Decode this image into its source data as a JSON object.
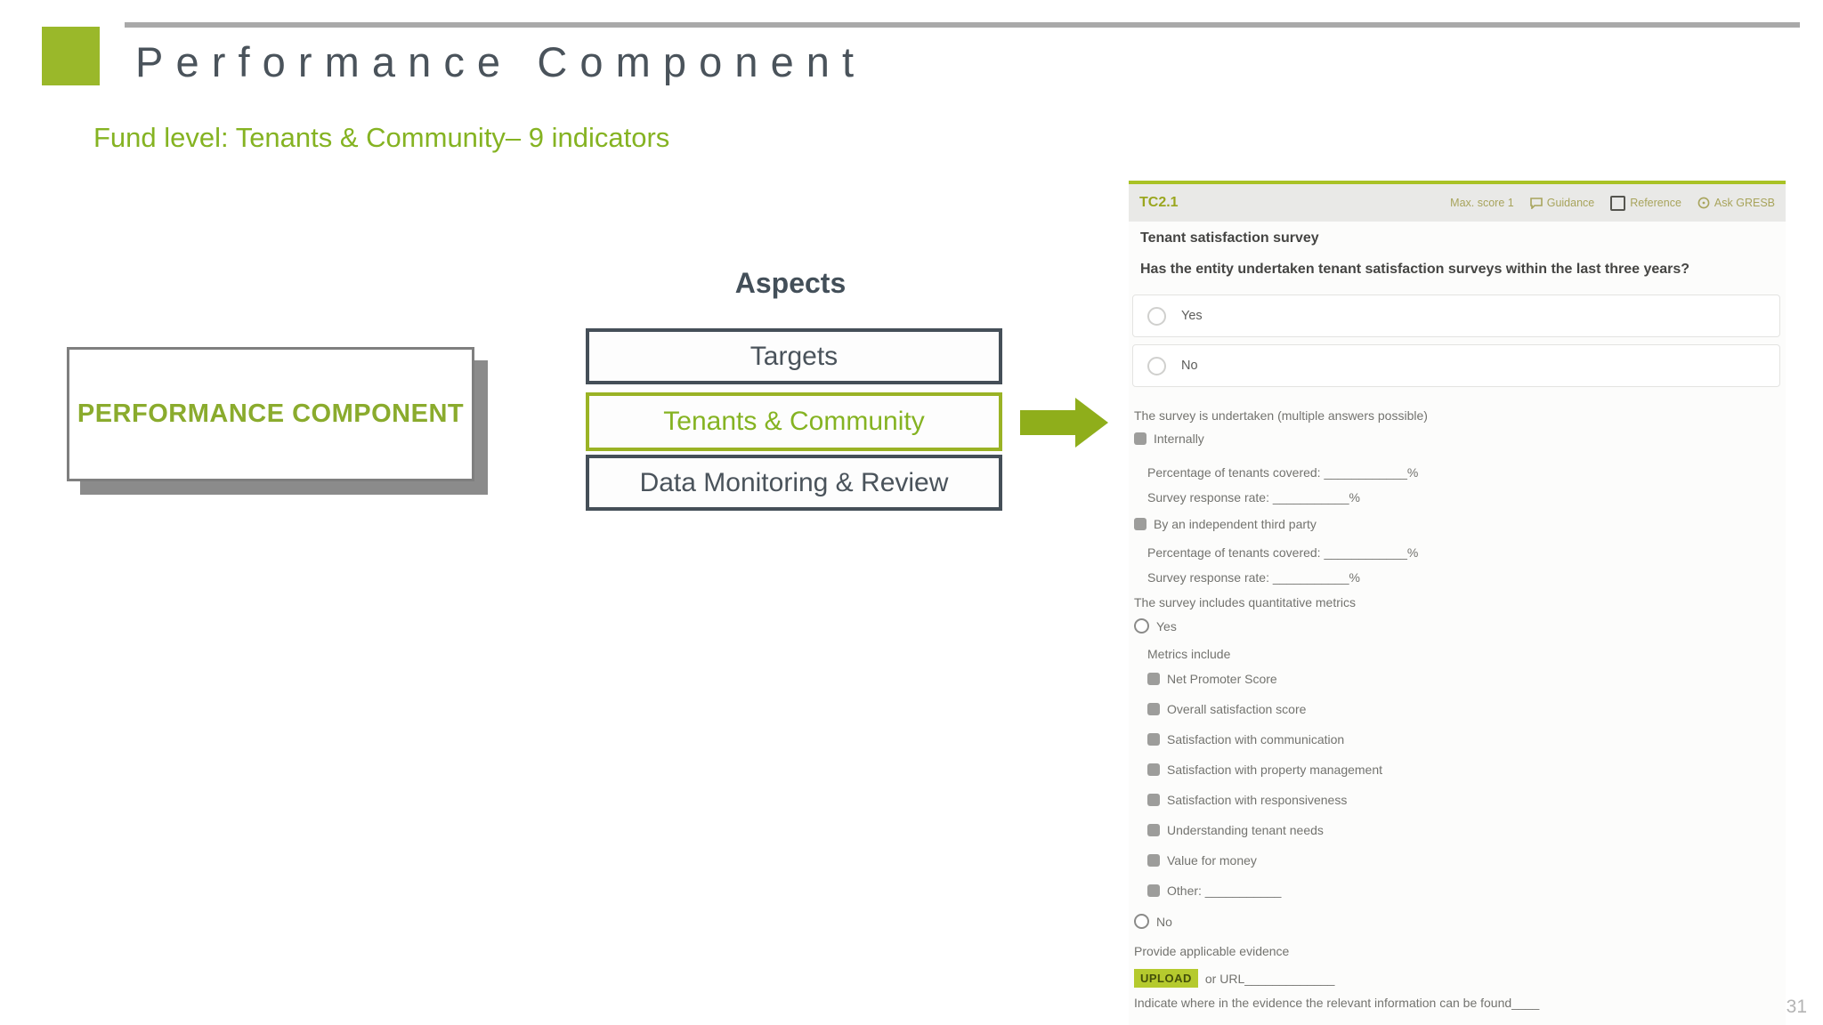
{
  "slide": {
    "title": "Performance Component",
    "subtitle": "Fund level: Tenants & Community– 9 indicators",
    "page_number": "31",
    "accent_color": "#9ab82a",
    "title_color": "#4a535b"
  },
  "diagram": {
    "component_box_label": "PERFORMANCE COMPONENT",
    "aspects_heading": "Aspects",
    "aspect_boxes": [
      {
        "label": "Targets",
        "highlighted": false
      },
      {
        "label": "Tenants & Community",
        "highlighted": true
      },
      {
        "label": "Data Monitoring & Review",
        "highlighted": false
      }
    ],
    "arrow_color": "#8fae1b"
  },
  "form": {
    "id": "TC2.1",
    "max_score": "Max. score 1",
    "guidance": "Guidance",
    "reference": "Reference",
    "ask_gresb": "Ask GRESB",
    "question_name": "Tenant satisfaction survey",
    "question_text": "Has the entity undertaken tenant satisfaction surveys within the last three years?",
    "option_yes": "Yes",
    "option_no": "No",
    "undertaken_label": "The survey is undertaken (multiple answers possible)",
    "internally_label": "Internally",
    "pct_covered_label": "Percentage of tenants covered: ____________%",
    "response_rate_label": "Survey response rate: ___________%",
    "third_party_label": "By an independent third party",
    "pct_covered_label2": "Percentage of tenants covered: ____________%",
    "response_rate_label2": "Survey response rate: ___________%",
    "quant_metrics_label": "The survey includes quantitative metrics",
    "quant_yes": "Yes",
    "metrics_include_label": "Metrics include",
    "metrics": [
      "Net Promoter Score",
      "Overall satisfaction score",
      "Satisfaction with communication",
      "Satisfaction with property management",
      "Satisfaction with responsiveness",
      "Understanding tenant needs",
      "Value for money",
      "Other: ___________"
    ],
    "quant_no": "No",
    "evidence_label": "Provide applicable evidence",
    "upload_label": "UPLOAD",
    "or_url_label": "or URL_____________",
    "indicate_label": "Indicate where in the evidence the relevant information can be found____"
  }
}
